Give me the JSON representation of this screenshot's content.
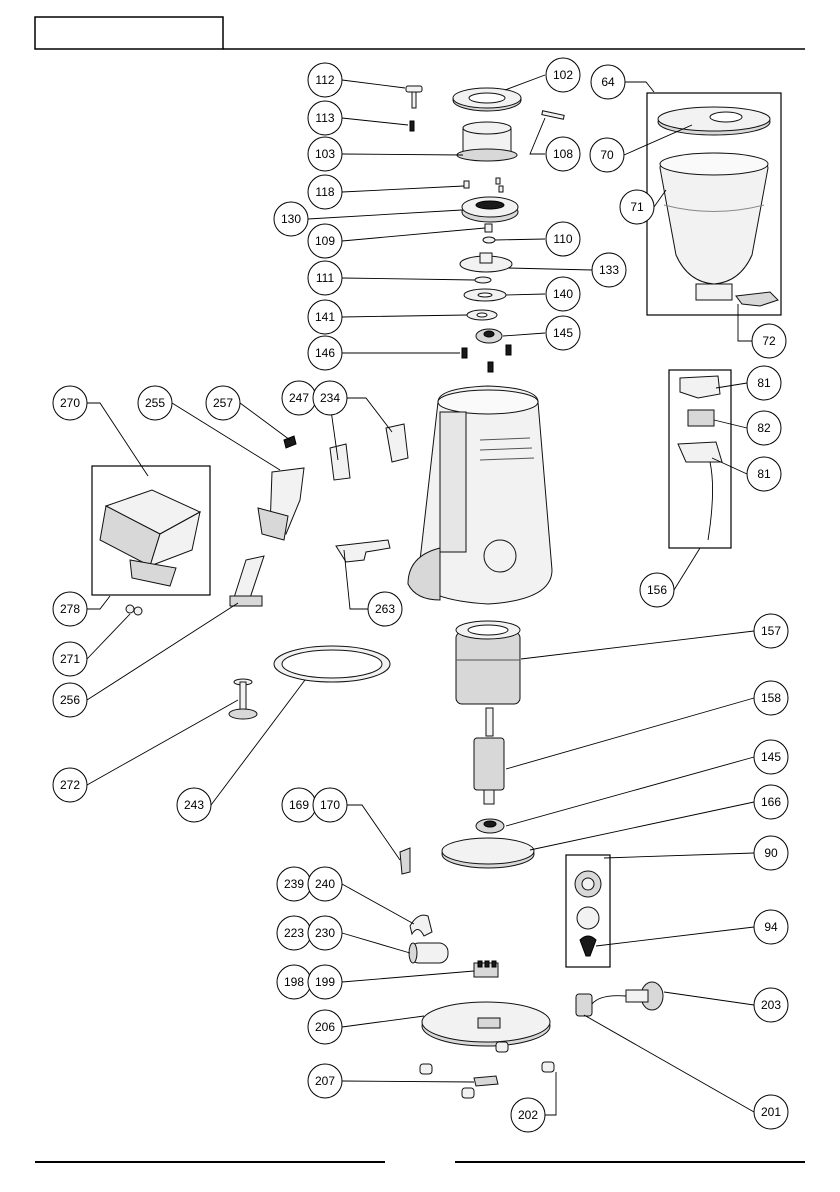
{
  "callouts": [
    {
      "id": "c112",
      "text": "112"
    },
    {
      "id": "c102",
      "text": "102"
    },
    {
      "id": "c64",
      "text": "64"
    },
    {
      "id": "c113",
      "text": "113"
    },
    {
      "id": "c103",
      "text": "103"
    },
    {
      "id": "c108",
      "text": "108"
    },
    {
      "id": "c70",
      "text": "70"
    },
    {
      "id": "c118",
      "text": "118"
    },
    {
      "id": "c71",
      "text": "71"
    },
    {
      "id": "c130",
      "text": "130"
    },
    {
      "id": "c109",
      "text": "109"
    },
    {
      "id": "c110",
      "text": "110"
    },
    {
      "id": "c133",
      "text": "133"
    },
    {
      "id": "c111",
      "text": "111"
    },
    {
      "id": "c140",
      "text": "140"
    },
    {
      "id": "c141",
      "text": "141"
    },
    {
      "id": "c145a",
      "text": "145"
    },
    {
      "id": "c72",
      "text": "72"
    },
    {
      "id": "c146",
      "text": "146"
    },
    {
      "id": "c81a",
      "text": "81"
    },
    {
      "id": "c270",
      "text": "270"
    },
    {
      "id": "c255",
      "text": "255"
    },
    {
      "id": "c257",
      "text": "257"
    },
    {
      "id": "c247",
      "text": "247"
    },
    {
      "id": "c234",
      "text": "234"
    },
    {
      "id": "c82",
      "text": "82"
    },
    {
      "id": "c81b",
      "text": "81"
    },
    {
      "id": "c156",
      "text": "156"
    },
    {
      "id": "c278",
      "text": "278"
    },
    {
      "id": "c263",
      "text": "263"
    },
    {
      "id": "c157",
      "text": "157"
    },
    {
      "id": "c271",
      "text": "271"
    },
    {
      "id": "c256",
      "text": "256"
    },
    {
      "id": "c158",
      "text": "158"
    },
    {
      "id": "c145b",
      "text": "145"
    },
    {
      "id": "c272",
      "text": "272"
    },
    {
      "id": "c243",
      "text": "243"
    },
    {
      "id": "c169",
      "text": "169"
    },
    {
      "id": "c170",
      "text": "170"
    },
    {
      "id": "c166",
      "text": "166"
    },
    {
      "id": "c90",
      "text": "90"
    },
    {
      "id": "c239",
      "text": "239"
    },
    {
      "id": "c240",
      "text": "240"
    },
    {
      "id": "c223",
      "text": "223"
    },
    {
      "id": "c230",
      "text": "230"
    },
    {
      "id": "c94",
      "text": "94"
    },
    {
      "id": "c198",
      "text": "198"
    },
    {
      "id": "c199",
      "text": "199"
    },
    {
      "id": "c203",
      "text": "203"
    },
    {
      "id": "c206",
      "text": "206"
    },
    {
      "id": "c207",
      "text": "207"
    },
    {
      "id": "c202",
      "text": "202"
    },
    {
      "id": "c201",
      "text": "201"
    }
  ]
}
